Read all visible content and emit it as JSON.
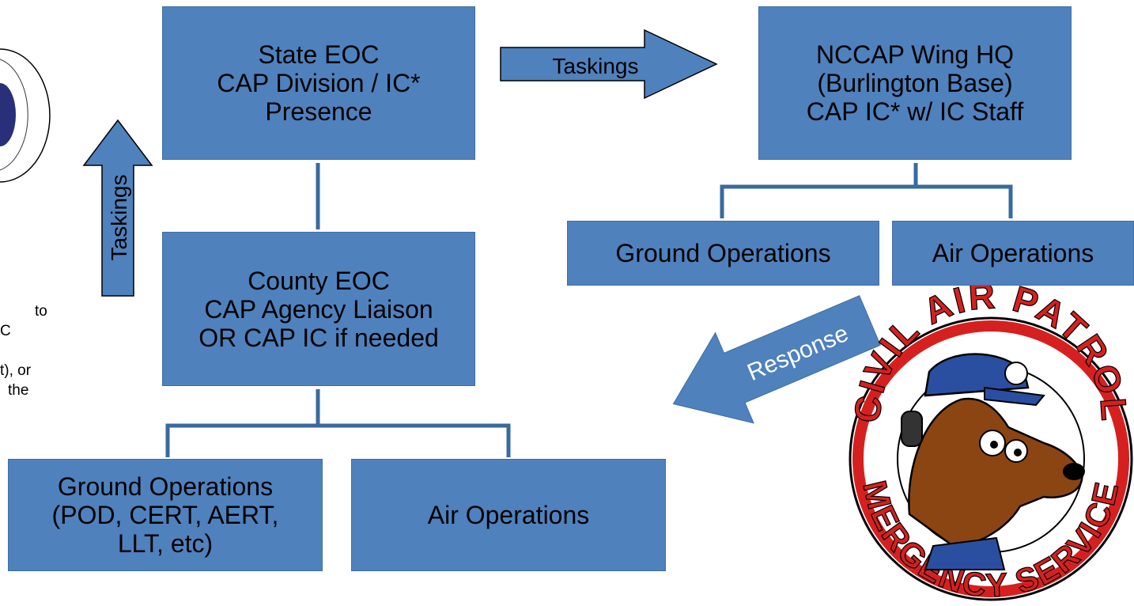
{
  "colors": {
    "box_fill": "#4f81bd",
    "connector": "#3a6a9e",
    "arrow_fill": "#4f81bd"
  },
  "nodes": {
    "state_eoc": "State EOC\nCAP Division / IC*\nPresence",
    "wing_hq": "NCCAP Wing HQ\n(Burlington Base)\nCAP IC* w/ IC Staff",
    "county_eoc": "County EOC\nCAP Agency Liaison\nOR CAP IC if needed",
    "wing_ground_ops": "Ground Operations",
    "wing_air_ops": "Air Operations",
    "county_ground_ops": "Ground Operations\n(POD, CERT, AERT,\nLLT, etc)",
    "county_air_ops": "Air Operations"
  },
  "arrows": {
    "to_wing": "Taskings",
    "up_to_state": "Taskings",
    "response": "Response"
  },
  "left_text_fragments": [
    "to",
    "C",
    "t), or",
    "the"
  ],
  "logos": {
    "left_seal": {
      "icon": "partial-seal-logo"
    },
    "cap_patch": {
      "icon": "civil-air-patrol-emergency-services-patch",
      "lettering_top": "CIVIL AIR PATROL",
      "lettering_bottom": "EMERGENCY SERVICES"
    }
  }
}
